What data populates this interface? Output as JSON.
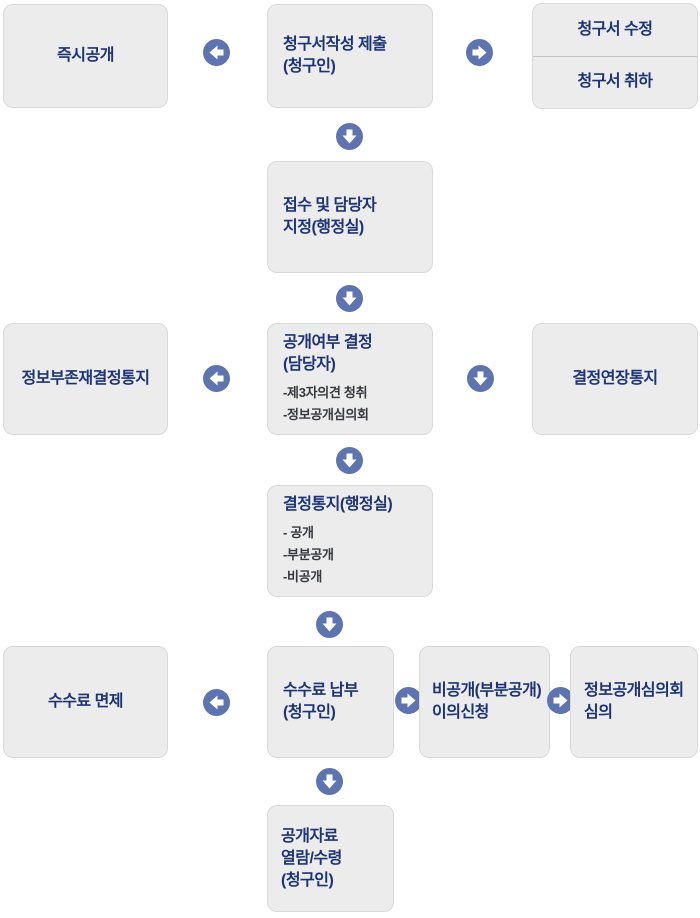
{
  "colors": {
    "background": "#ffffff",
    "box_bg": "#ececec",
    "box_border": "#d9d9d9",
    "divider": "#c4c4c4",
    "title_text": "#1d3377",
    "sub_text": "#36383d",
    "arrow_circle": "#5d74b1",
    "arrow_glyph": "#ffffff"
  },
  "icons": {
    "arrow_left": "◀",
    "arrow_right": "▶",
    "arrow_down": "▼"
  },
  "nodes": {
    "immediate_disclosure": {
      "label": "즉시공개"
    },
    "request_submit": {
      "lines": [
        "청구서작성 제출",
        "(청구인)"
      ]
    },
    "request_modify": {
      "label": "청구서 수정"
    },
    "request_withdraw": {
      "label": "청구서 취하"
    },
    "receipt_assign": {
      "lines": [
        "접수 및 담당자",
        "지정(행정실)"
      ]
    },
    "nonexistence_notice": {
      "label": "정보부존재결정통지"
    },
    "disclosure_decision": {
      "lines": [
        "공개여부 결정",
        "(담당자)"
      ],
      "items": [
        "-제3자의견 청취",
        "-정보공개심의회"
      ]
    },
    "extension_notice": {
      "label": "결정연장통지"
    },
    "decision_notice": {
      "title": "결정통지(행정실)",
      "items": [
        "- 공개",
        "-부분공개",
        "-비공개"
      ]
    },
    "fee_exemption": {
      "label": "수수료 면제"
    },
    "fee_payment": {
      "lines": [
        "수수료 납부",
        "(청구인)"
      ]
    },
    "objection": {
      "lines": [
        "비공개(부분공개)",
        "이의신청"
      ]
    },
    "committee_review": {
      "lines": [
        "정보공개심의회",
        "심의"
      ]
    },
    "material_receive": {
      "lines": [
        "공개자료",
        "열람/수령",
        "(청구인)"
      ]
    }
  },
  "arrows": [
    {
      "direction": "left",
      "from": "request_submit",
      "to": "immediate_disclosure"
    },
    {
      "direction": "right",
      "from": "request_submit",
      "to": "request_modify"
    },
    {
      "direction": "down",
      "from": "request_submit",
      "to": "receipt_assign"
    },
    {
      "direction": "down",
      "from": "receipt_assign",
      "to": "disclosure_decision"
    },
    {
      "direction": "left",
      "from": "disclosure_decision",
      "to": "nonexistence_notice"
    },
    {
      "direction": "down",
      "from": "disclosure_decision",
      "to": "extension_notice"
    },
    {
      "direction": "down",
      "from": "disclosure_decision",
      "to": "decision_notice"
    },
    {
      "direction": "down",
      "from": "decision_notice",
      "to": "fee_payment"
    },
    {
      "direction": "left",
      "from": "fee_payment",
      "to": "fee_exemption"
    },
    {
      "direction": "right",
      "from": "fee_payment",
      "to": "objection"
    },
    {
      "direction": "right",
      "from": "objection",
      "to": "committee_review"
    },
    {
      "direction": "down",
      "from": "fee_payment",
      "to": "material_receive"
    }
  ]
}
